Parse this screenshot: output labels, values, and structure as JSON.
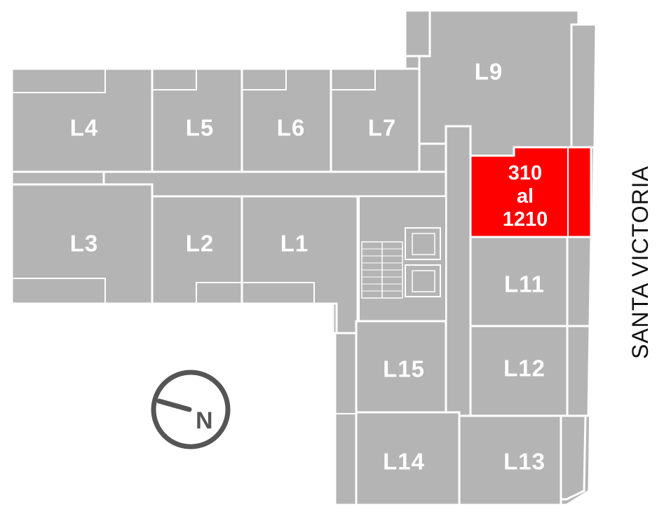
{
  "units": {
    "l4": "L4",
    "l5": "L5",
    "l6": "L6",
    "l7": "L7",
    "l9": "L9",
    "l3": "L3",
    "l2": "L2",
    "l1": "L1",
    "l11": "L11",
    "l12": "L12",
    "l13": "L13",
    "l14": "L14",
    "l15": "L15"
  },
  "highlight": {
    "line1": "310",
    "line2": "al",
    "line3": "1210",
    "color": "#ff0000"
  },
  "street": "SANTA VICTORIA",
  "compass": {
    "letter": "N",
    "icon": "north-compass-icon"
  },
  "colors": {
    "unit": "#b5b4b4",
    "outline": "#ffffff",
    "text": "#ffffff",
    "compass": "#555555"
  }
}
